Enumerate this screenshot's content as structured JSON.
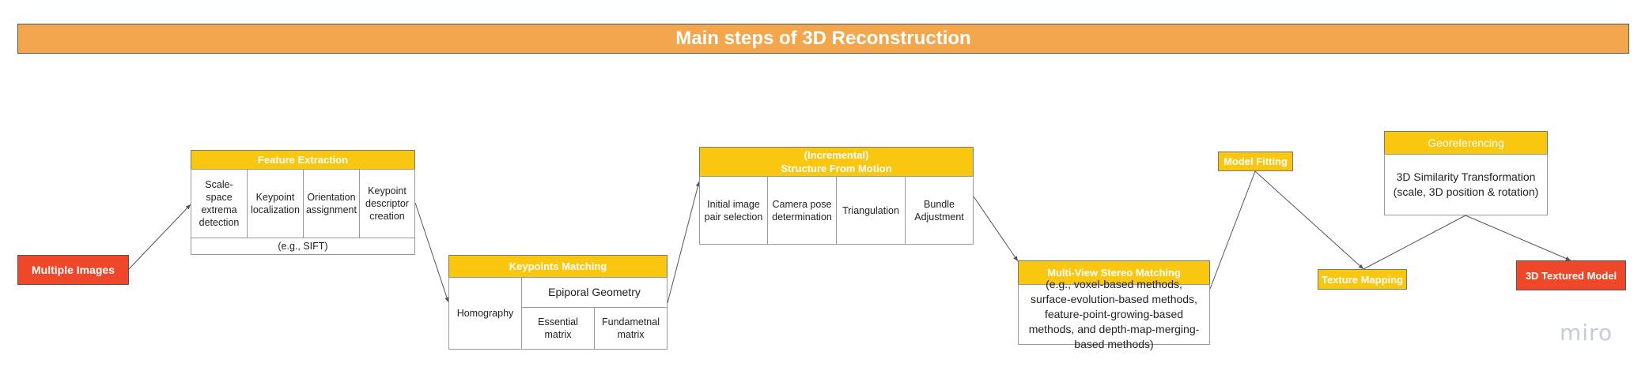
{
  "title": "Main steps of 3D Reconstruction",
  "multiple_images": "Multiple Images",
  "feature_extraction": {
    "header": "Feature Extraction",
    "steps": [
      "Scale-space extrema detection",
      "Keypoint localization",
      "Orientation assignment",
      "Keypoint descriptor creation"
    ],
    "footer": "(e.g., SIFT)"
  },
  "keypoints_matching": {
    "header": "Keypoints Matching",
    "homography": "Homography",
    "epipolar": "Epiporal Geometry",
    "essential": "Essential matrix",
    "fundamental": "Fundametnal matrix"
  },
  "sfm": {
    "header_line1": "(Incremental)",
    "header_line2": "Structure From Motion",
    "steps": [
      "Initial image pair selection",
      "Camera pose determination",
      "Triangulation",
      "Bundle Adjustment"
    ]
  },
  "mvs": {
    "header": "Multi-View Stereo Matching",
    "body": "(e.g., voxel-based methods, surface-evolution-based methods,  feature-point-growing-based methods, and depth-map-merging-based methods)"
  },
  "model_fitting": "Model Fitting",
  "texture_mapping": "Texture Mapping",
  "georeferencing": {
    "header": "Georeferencing",
    "body": "3D Similarity Transformation (scale, 3D position & rotation)"
  },
  "textured_model": "3D Textured Model",
  "watermark": "miro",
  "colors": {
    "banner": "#f3a64b",
    "step_header": "#fac710",
    "terminal": "#ee4729"
  }
}
